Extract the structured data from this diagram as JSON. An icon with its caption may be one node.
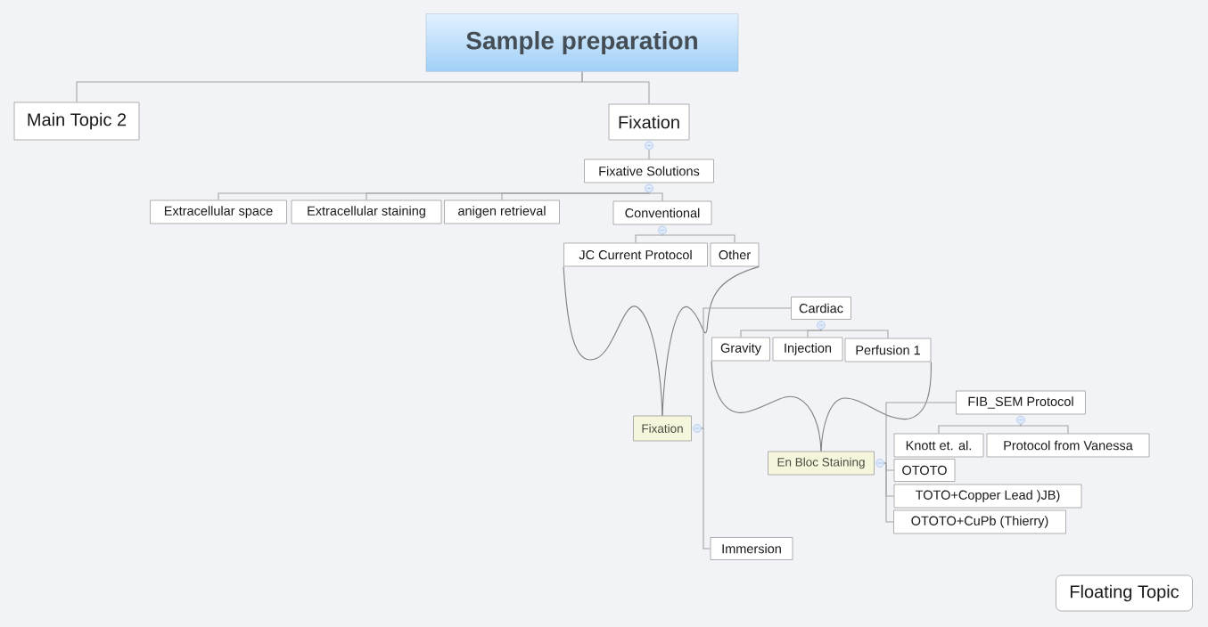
{
  "diagram": {
    "nodes": [
      {
        "text": [
          "Sample preparation"
        ]
      },
      {
        "text": [
          "Main Topic 2"
        ]
      },
      {
        "text": [
          "Fixation"
        ]
      },
      {
        "text": [
          "Fixative Solutions"
        ]
      },
      {
        "text": [
          "Extracellular space"
        ]
      },
      {
        "text": [
          "Extracellular staining"
        ]
      },
      {
        "text": [
          "anigen retrieval"
        ]
      },
      {
        "text": [
          "Conventional"
        ]
      },
      {
        "text": [
          "JC Current Protocol"
        ]
      },
      {
        "text": [
          "Other"
        ]
      },
      {
        "text": [
          "Fixation"
        ]
      },
      {
        "text": [
          "Cardiac"
        ]
      },
      {
        "text": [
          "Gravity"
        ]
      },
      {
        "text": [
          "Injection"
        ]
      },
      {
        "text": [
          "Perfusion 1"
        ]
      },
      {
        "text": [
          "Immersion"
        ]
      },
      {
        "text": [
          "En Bloc Staining"
        ]
      },
      {
        "text": [
          "FIB_SEM Protocol"
        ]
      },
      {
        "text": [
          "Knott et. al."
        ]
      },
      {
        "text": [
          "Protocol from Vanessa"
        ]
      },
      {
        "text": [
          "OTOTO"
        ]
      },
      {
        "text": [
          "TOTO+Copper Lead )JB)"
        ]
      },
      {
        "text": [
          "OTOTO+CuPb (Thierry)"
        ]
      },
      {
        "text": [
          "Floating Topic"
        ]
      }
    ],
    "edges": [
      {
        "from": 0,
        "to": 1,
        "arrow": "none"
      },
      {
        "from": 0,
        "to": 2,
        "arrow": "none"
      },
      {
        "from": 2,
        "to": 3,
        "arrow": "none"
      },
      {
        "from": 3,
        "to": 4,
        "arrow": "none"
      },
      {
        "from": 3,
        "to": 5,
        "arrow": "none"
      },
      {
        "from": 3,
        "to": 6,
        "arrow": "none"
      },
      {
        "from": 3,
        "to": 7,
        "arrow": "none"
      },
      {
        "from": 7,
        "to": 8,
        "arrow": "none"
      },
      {
        "from": 7,
        "to": 9,
        "arrow": "none"
      },
      {
        "from": 8,
        "to": 10,
        "arrow": "none",
        "color": "#808080"
      },
      {
        "from": 9,
        "to": 10,
        "arrow": "none",
        "color": "#808080"
      },
      {
        "from": 10,
        "to": 11,
        "arrow": "none"
      },
      {
        "from": 10,
        "to": 15,
        "arrow": "none"
      },
      {
        "from": 11,
        "to": 12,
        "arrow": "none"
      },
      {
        "from": 11,
        "to": 13,
        "arrow": "none"
      },
      {
        "from": 11,
        "to": 14,
        "arrow": "none"
      },
      {
        "from": 12,
        "to": 16,
        "arrow": "none",
        "color": "#808080"
      },
      {
        "from": 14,
        "to": 16,
        "arrow": "none",
        "color": "#808080"
      },
      {
        "from": 16,
        "to": 17,
        "arrow": "none"
      },
      {
        "from": 16,
        "to": 20,
        "arrow": "none"
      },
      {
        "from": 16,
        "to": 21,
        "arrow": "none"
      },
      {
        "from": 16,
        "to": 22,
        "arrow": "none"
      },
      {
        "from": 17,
        "to": 18,
        "arrow": "none"
      },
      {
        "from": 17,
        "to": 19,
        "arrow": "none"
      }
    ]
  }
}
